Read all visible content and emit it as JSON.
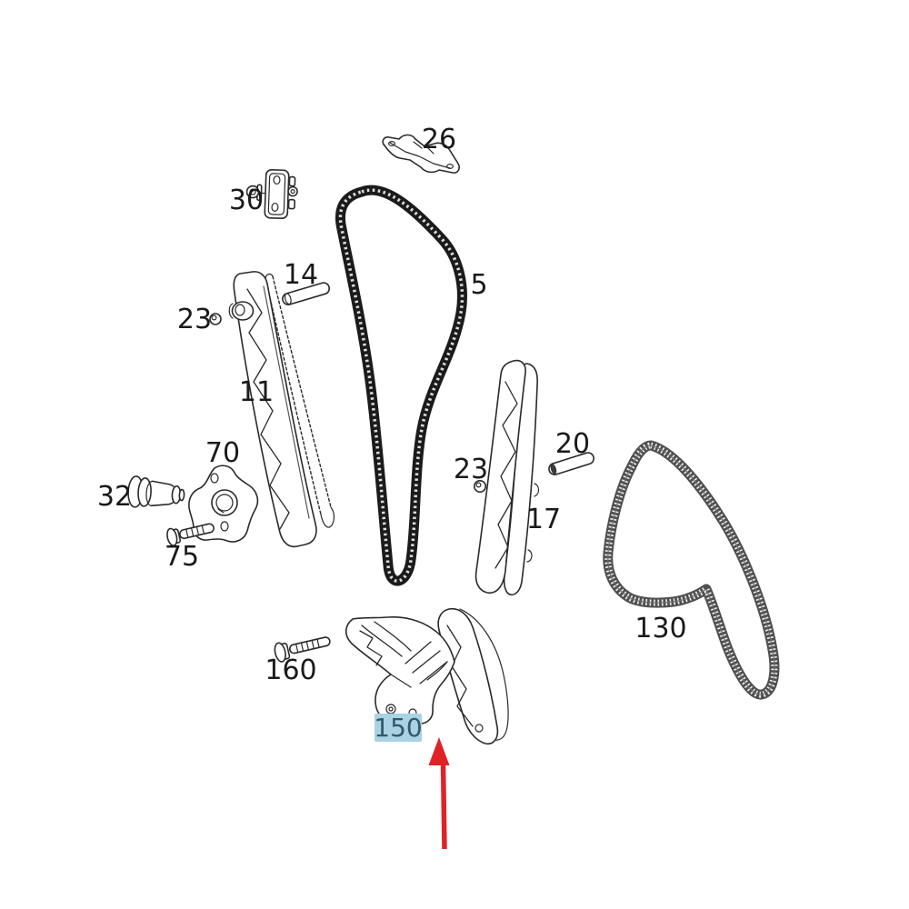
{
  "colors": {
    "background": "#ffffff",
    "line_art": "#2a2a2a",
    "chain": "#1b1b1b",
    "belt": "#4f4f4f",
    "label_text": "#1a1a1a",
    "highlight_bg": "#a9d2e3",
    "highlight_text": "#33586b",
    "arrow": "#e02227"
  },
  "labels": [
    {
      "id": "26",
      "text": "26"
    },
    {
      "id": "30",
      "text": "30"
    },
    {
      "id": "14",
      "text": "14"
    },
    {
      "id": "5",
      "text": "5"
    },
    {
      "id": "23-left",
      "text": "23"
    },
    {
      "id": "11",
      "text": "11"
    },
    {
      "id": "70",
      "text": "70"
    },
    {
      "id": "32",
      "text": "32"
    },
    {
      "id": "75",
      "text": "75"
    },
    {
      "id": "23-right",
      "text": "23"
    },
    {
      "id": "20",
      "text": "20"
    },
    {
      "id": "17",
      "text": "17"
    },
    {
      "id": "130",
      "text": "130"
    },
    {
      "id": "160",
      "text": "160"
    },
    {
      "id": "150",
      "text": "150",
      "highlighted": true
    }
  ]
}
